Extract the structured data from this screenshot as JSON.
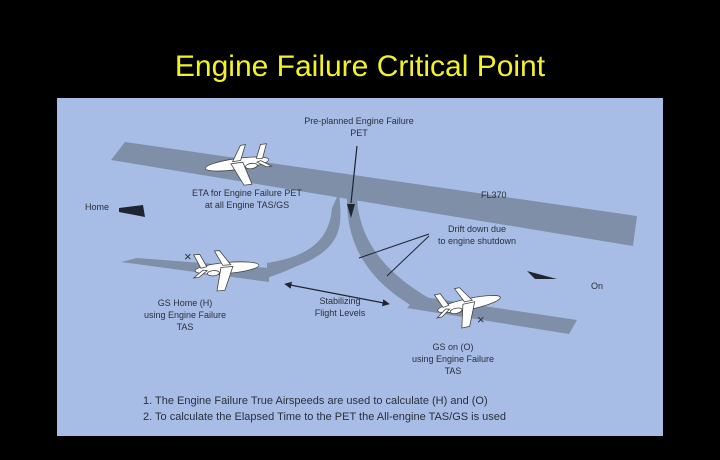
{
  "slide": {
    "title": "Engine Failure Critical Point",
    "background": "#000000",
    "title_color": "#f2f22a"
  },
  "diagram": {
    "background": "#a7bde6",
    "band_color": "#7f8fa8",
    "labels": {
      "pet_line1": "Pre-planned Engine Failure",
      "pet_line2": "PET",
      "eta_line1": "ETA for Engine Failure PET",
      "eta_line2": "at all Engine TAS/GS",
      "fl370": "FL370",
      "home": "Home",
      "on": "On",
      "drift_line1": "Drift down due",
      "drift_line2": "to engine shutdown",
      "stab_line1": "Stabilizing",
      "stab_line2": "Flight Levels",
      "gs_home_line1": "GS Home (H)",
      "gs_home_line2": "using Engine Failure",
      "gs_home_line3": "TAS",
      "gs_on_line1": "GS on (O)",
      "gs_on_line2": "using Engine Failure",
      "gs_on_line3": "TAS"
    },
    "notes": [
      "1. The Engine Failure True Airspeeds are used to calculate (H) and (O)",
      "2. To calculate the Elapsed Time to the PET the All-engine TAS/GS is used"
    ],
    "icons": [
      "aircraft-icon",
      "home-direction-arrow-icon",
      "on-direction-arrow-icon",
      "engine-failure-x-icon"
    ]
  }
}
